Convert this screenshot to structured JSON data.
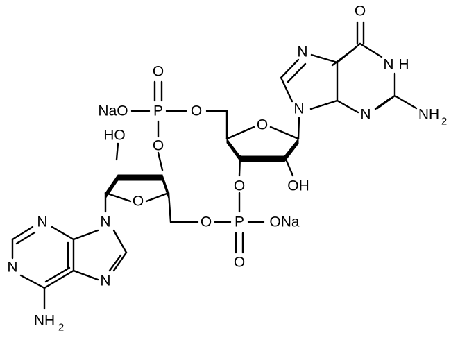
{
  "atoms": {
    "guanine_carbonyl_o": "O",
    "guanine_n1h": "N",
    "guanine_n1h_h": "H",
    "guanine_n7": "N",
    "guanine_n9": "N",
    "guanine_n3": "N",
    "guanine_nh2": "NH",
    "guanine_nh2_sub": "2",
    "phos1_double_o": "O",
    "phos1_p": "P",
    "phos1_ona": "NaO",
    "phos1_o5": "O",
    "phos1_o2": "O",
    "adenosine_oh": "HO",
    "adenosine_ring_o": "O",
    "adenine_n9": "N",
    "adenine_n1": "N",
    "adenine_n3": "N",
    "adenine_n7": "N",
    "adenine_nh2": "NH",
    "adenine_nh2_sub": "2",
    "guanosine_ring_o": "O",
    "guanosine_o3": "O",
    "guanosine_oh": "OH",
    "phos2_o5": "O",
    "phos2_p": "P",
    "phos2_ona": "ONa",
    "phos2_double_o": "O"
  }
}
